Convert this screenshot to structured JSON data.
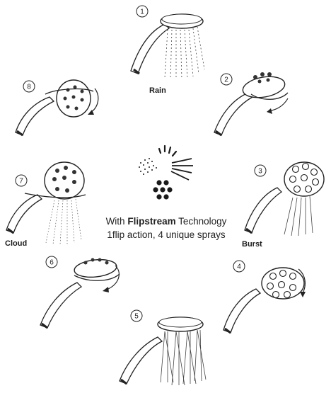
{
  "caption": {
    "prefix": "With ",
    "brand": "Flipstream",
    "suffix": " Technology",
    "line2": "1flip action, 4 unique sprays"
  },
  "steps": [
    {
      "number": "1",
      "label": "Rain"
    },
    {
      "number": "2",
      "label": ""
    },
    {
      "number": "3",
      "label": "Burst"
    },
    {
      "number": "4",
      "label": ""
    },
    {
      "number": "5",
      "label": ""
    },
    {
      "number": "6",
      "label": ""
    },
    {
      "number": "7",
      "label": "Cloud"
    },
    {
      "number": "8",
      "label": ""
    }
  ],
  "colors": {
    "line": "#1a1a1a",
    "background": "#ffffff"
  }
}
